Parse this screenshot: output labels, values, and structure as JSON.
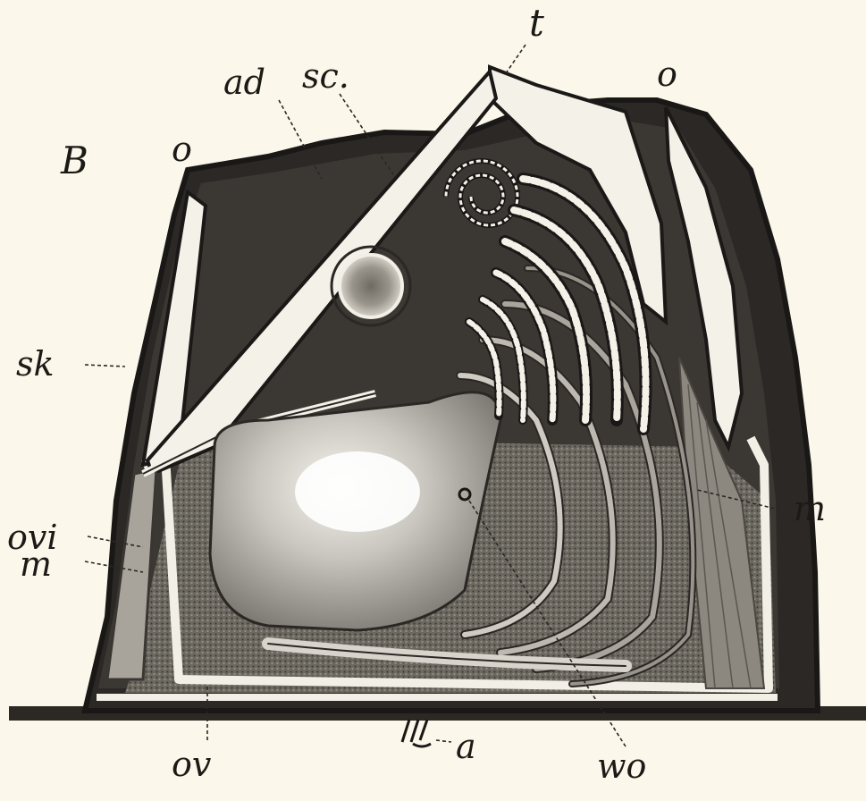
{
  "figure": {
    "panel_letter": "B",
    "labels": {
      "t": "t",
      "o_left": "o",
      "o_right": "o",
      "ad": "ad",
      "sc": "sc.",
      "sk": "sk",
      "ovi": "ovi",
      "m_left": "m",
      "m_right": "m",
      "ov": "ov",
      "a": "a",
      "wo": "wo"
    }
  }
}
